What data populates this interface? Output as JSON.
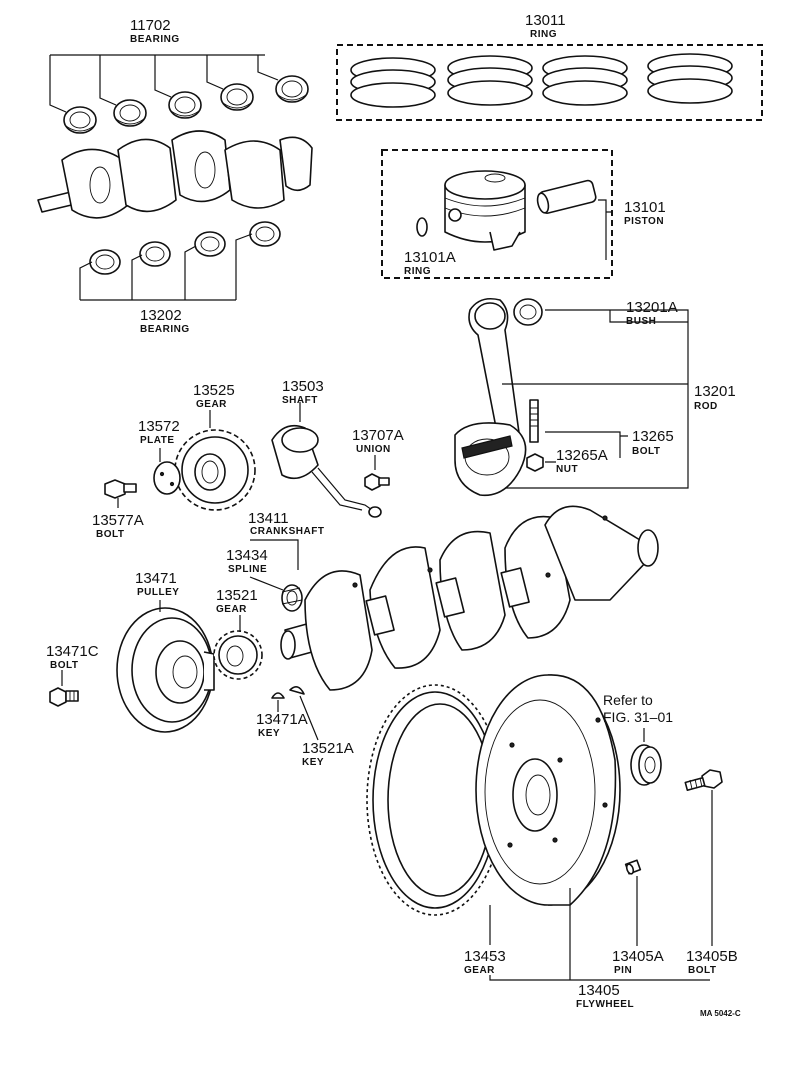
{
  "parts": [
    {
      "id": "p11702",
      "number": "11702",
      "name": "BEARING"
    },
    {
      "id": "p13011",
      "number": "13011",
      "name": "RING"
    },
    {
      "id": "p13101",
      "number": "13101",
      "name": "PISTON"
    },
    {
      "id": "p13101A",
      "number": "13101A",
      "name": "RING"
    },
    {
      "id": "p13202",
      "number": "13202",
      "name": "BEARING"
    },
    {
      "id": "p13201A",
      "number": "13201A",
      "name": "BUSH"
    },
    {
      "id": "p13201",
      "number": "13201",
      "name": "ROD"
    },
    {
      "id": "p13525",
      "number": "13525",
      "name": "GEAR"
    },
    {
      "id": "p13503",
      "number": "13503",
      "name": "SHAFT"
    },
    {
      "id": "p13572",
      "number": "13572",
      "name": "PLATE"
    },
    {
      "id": "p13707A",
      "number": "13707A",
      "name": "UNION"
    },
    {
      "id": "p13265",
      "number": "13265",
      "name": "BOLT"
    },
    {
      "id": "p13265A",
      "number": "13265A",
      "name": "NUT"
    },
    {
      "id": "p13577A",
      "number": "13577A",
      "name": "BOLT"
    },
    {
      "id": "p13411",
      "number": "13411",
      "name": "CRANKSHAFT"
    },
    {
      "id": "p13434",
      "number": "13434",
      "name": "SPLINE"
    },
    {
      "id": "p13471",
      "number": "13471",
      "name": "PULLEY"
    },
    {
      "id": "p13521",
      "number": "13521",
      "name": "GEAR"
    },
    {
      "id": "p13471C",
      "number": "13471C",
      "name": "BOLT"
    },
    {
      "id": "p13471A",
      "number": "13471A",
      "name": "KEY"
    },
    {
      "id": "p13521A",
      "number": "13521A",
      "name": "KEY"
    },
    {
      "id": "p13453",
      "number": "13453",
      "name": "GEAR"
    },
    {
      "id": "p13405A",
      "number": "13405A",
      "name": "PIN"
    },
    {
      "id": "p13405B",
      "number": "13405B",
      "name": "BOLT"
    },
    {
      "id": "p13405",
      "number": "13405",
      "name": "FLYWHEEL"
    }
  ],
  "reference": {
    "line1": "Refer to",
    "line2": "FIG. 31–01"
  },
  "drawing_code": "MA 5042-C"
}
